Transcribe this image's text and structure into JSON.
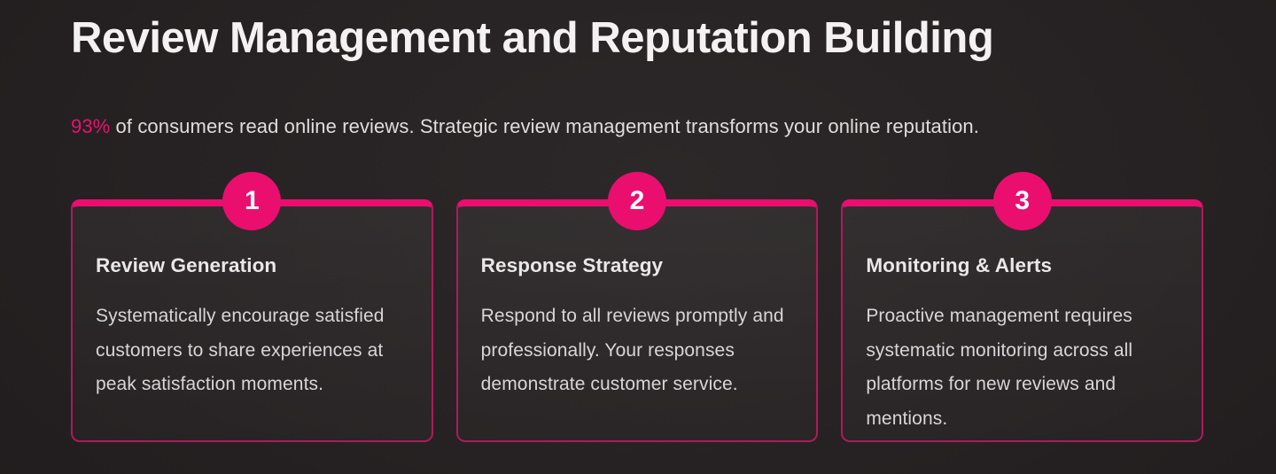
{
  "theme": {
    "accent_pink": "#ea0e6f",
    "border_pink": "#b01a5b",
    "background": "#221e1f",
    "heading_color": "#f4f1f2",
    "body_color": "#d9d5d6"
  },
  "header": {
    "title": "Review Management and Reputation Building",
    "subtitle_highlight": "93%",
    "subtitle_rest": " of consumers read online reviews. Strategic review management transforms your online reputation."
  },
  "steps": [
    {
      "number": "1",
      "title": "Review Generation",
      "description": "Systematically encourage satisfied customers to share experiences at peak satisfaction moments."
    },
    {
      "number": "2",
      "title": "Response Strategy",
      "description": "Respond to all reviews promptly and professionally. Your responses demonstrate customer service."
    },
    {
      "number": "3",
      "title": "Monitoring & Alerts",
      "description": "Proactive management requires systematic monitoring across all platforms for new reviews and mentions."
    }
  ]
}
